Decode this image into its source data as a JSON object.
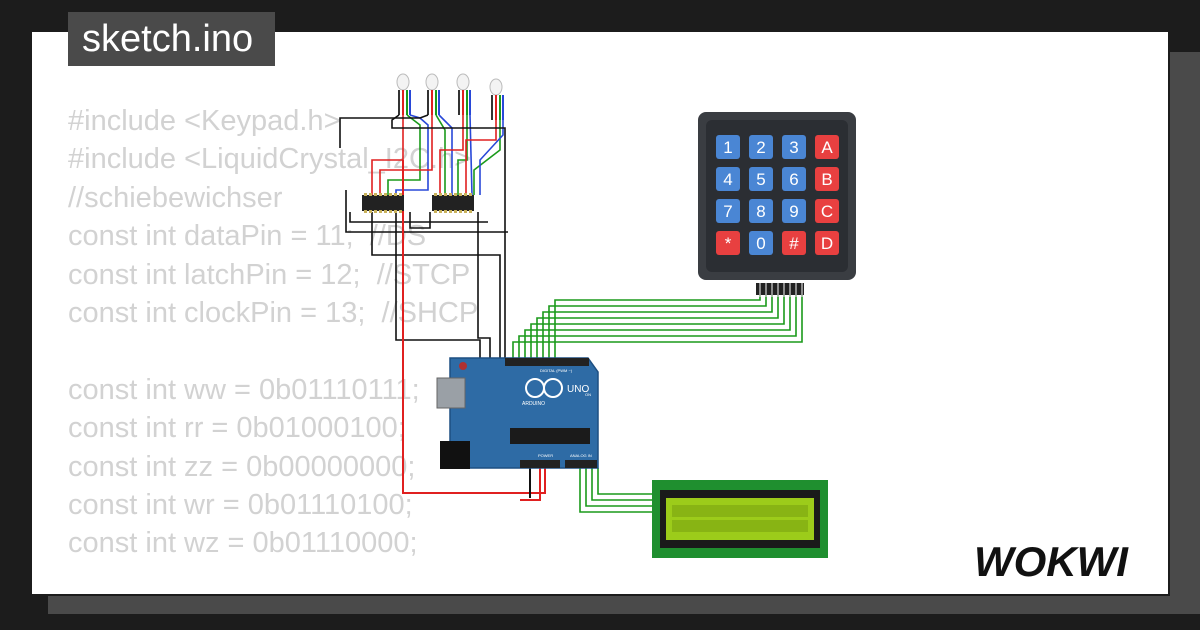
{
  "file_tab": {
    "title": "sketch.ino"
  },
  "code_lines": [
    "#include <Keypad.h>",
    "#include <LiquidCrystal_I2C.h>",
    "//schiebewichser",
    "const int dataPin = 11;  //DS",
    "const int latchPin = 12;  //STCP",
    "const int clockPin = 13;  //SHCP",
    "",
    "const int ww = 0b01110111;",
    "const int rr = 0b01000100;",
    "const int zz = 0b00000000;",
    "const int wr = 0b01110100;",
    "const int wz = 0b01110000;"
  ],
  "keypad": {
    "rows": [
      [
        {
          "label": "1",
          "color": "#4a86d4"
        },
        {
          "label": "2",
          "color": "#4a86d4"
        },
        {
          "label": "3",
          "color": "#4a86d4"
        },
        {
          "label": "A",
          "color": "#e84040"
        }
      ],
      [
        {
          "label": "4",
          "color": "#4a86d4"
        },
        {
          "label": "5",
          "color": "#4a86d4"
        },
        {
          "label": "6",
          "color": "#4a86d4"
        },
        {
          "label": "B",
          "color": "#e84040"
        }
      ],
      [
        {
          "label": "7",
          "color": "#4a86d4"
        },
        {
          "label": "8",
          "color": "#4a86d4"
        },
        {
          "label": "9",
          "color": "#4a86d4"
        },
        {
          "label": "C",
          "color": "#e84040"
        }
      ],
      [
        {
          "label": "*",
          "color": "#e84040"
        },
        {
          "label": "0",
          "color": "#4a86d4"
        },
        {
          "label": "#",
          "color": "#e84040"
        },
        {
          "label": "D",
          "color": "#e84040"
        }
      ]
    ]
  },
  "arduino": {
    "logo": "UNO",
    "brand": "ARDUINO",
    "digital_label": "DIGITAL (PWM ~)",
    "power_label": "POWER",
    "analog_label": "ANALOG IN",
    "on_label": "ON",
    "color": "#2e6ba5"
  },
  "lcd": {
    "screen_color": "#9ccc1a",
    "board_color": "#1f8f2f"
  },
  "colors": {
    "wire_red": "#e02020",
    "wire_green": "#1a9a1a",
    "wire_blue": "#2848d8",
    "wire_black": "#111111"
  },
  "brand": {
    "name": "WOKWI"
  }
}
